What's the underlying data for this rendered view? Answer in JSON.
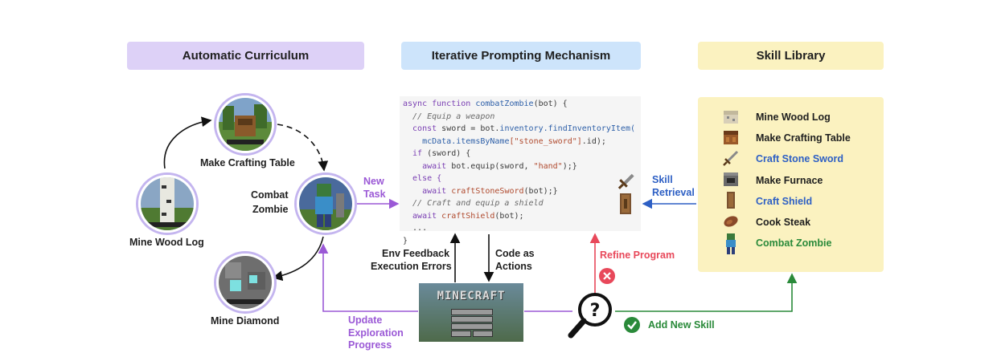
{
  "headers": {
    "curriculum": "Automatic Curriculum",
    "iterative": "Iterative Prompting Mechanism",
    "skill_library": "Skill Library"
  },
  "curriculum_nodes": {
    "crafting_table": "Make Crafting Table",
    "combat_zombie_1": "Combat",
    "combat_zombie_2": "Zombie",
    "wood_log": "Mine Wood Log",
    "diamond": "Mine Diamond"
  },
  "arrows": {
    "new_task_1": "New",
    "new_task_2": "Task",
    "skill_retrieval_1": "Skill",
    "skill_retrieval_2": "Retrieval",
    "env_feedback_1": "Env Feedback",
    "env_feedback_2": "Execution Errors",
    "code_actions_1": "Code as",
    "code_actions_2": "Actions",
    "refine_program": "Refine Program",
    "update_1": "Update",
    "update_2": "Exploration",
    "update_3": "Progress",
    "add_new_skill": "Add New Skill"
  },
  "code": {
    "l1a": "async function ",
    "l1b": "combatZombie",
    "l1c": "(bot) {",
    "l2": "  // Equip a weapon",
    "l3a": "  const ",
    "l3b": "sword = bot.",
    "l3c": "inventory.findInventoryItem(",
    "l4a": "    mcData.",
    "l4b": "itemsByName",
    "l4c": "[\"stone_sword\"]",
    "l4d": ".id);",
    "l5a": "  if ",
    "l5b": "(sword) {",
    "l6a": "    await ",
    "l6b": "bot.equip(sword, ",
    "l6c": "\"hand\"",
    "l6d": ");}",
    "l7": "  else {",
    "l8a": "    await ",
    "l8b": "craftStoneSword",
    "l8c": "(bot);}",
    "l9": "  // Craft and equip a shield",
    "l10a": "  await ",
    "l10b": "craftShield",
    "l10c": "(bot);",
    "l11": "  ...",
    "l12": "}"
  },
  "skills": [
    {
      "label": "Mine Wood  Log",
      "color": "#1f1f1f",
      "icon": "wood-log-icon"
    },
    {
      "label": "Make Crafting Table",
      "color": "#1f1f1f",
      "icon": "crafting-table-icon"
    },
    {
      "label": "Craft Stone Sword",
      "color": "#2d5fc4",
      "icon": "stone-sword-icon"
    },
    {
      "label": "Make Furnace",
      "color": "#1f1f1f",
      "icon": "furnace-icon"
    },
    {
      "label": "Craft Shield",
      "color": "#2d5fc4",
      "icon": "shield-icon"
    },
    {
      "label": "Cook Steak",
      "color": "#1f1f1f",
      "icon": "steak-icon"
    },
    {
      "label": "Combat Zombie",
      "color": "#2a8a3a",
      "icon": "zombie-icon"
    }
  ],
  "minecraft_logo": "MINECRAFT",
  "colors": {
    "purple": "#9b59d6",
    "blue": "#2d5fc4",
    "red": "#e8485a",
    "green": "#2a8a3a"
  }
}
